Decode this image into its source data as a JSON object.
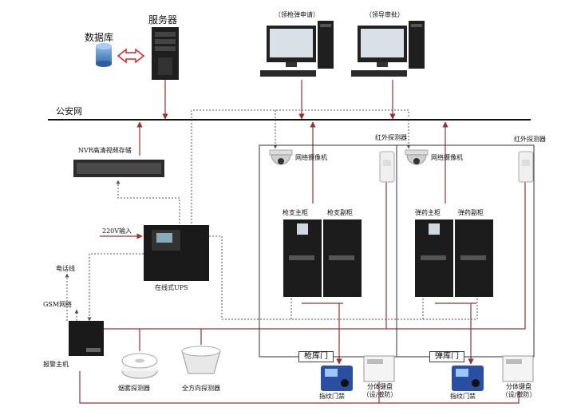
{
  "title": "",
  "network": {
    "label": "公安网"
  },
  "nodes": {
    "database": "数据库",
    "server": "服务器",
    "pc_apply": "（领枪弹申请）",
    "pc_approve": "（领导审批）",
    "nvr": "NVR高清视频存储",
    "power_in": "220V输入",
    "ups": "在线式UPS",
    "phone_line": "电话线",
    "gsm": "GSM网络",
    "alarm_host": "报警主机",
    "smoke": "烟雾探测器",
    "omni": "全方向探测器",
    "ir_left": "红外探测器",
    "ir_right": "红外探测器",
    "cam_left": "网络摄像机",
    "cam_right": "网络摄像机",
    "gun_main": "枪支主柜",
    "gun_sub": "枪支副柜",
    "ammo_main": "弹药主柜",
    "ammo_sub": "弹药副柜",
    "gun_door": "枪库门",
    "ammo_door": "弹库门",
    "finger_left": "指纹门禁",
    "finger_right": "指纹门禁",
    "keypad_left": "分体键盘\n（设/撤防）",
    "keypad_right": "分体键盘\n（设/撤防）"
  },
  "colors": {
    "wire": "#9b3030",
    "dashed": "#555555",
    "frame": "#333333",
    "cabinet": "#1c1c1c"
  }
}
